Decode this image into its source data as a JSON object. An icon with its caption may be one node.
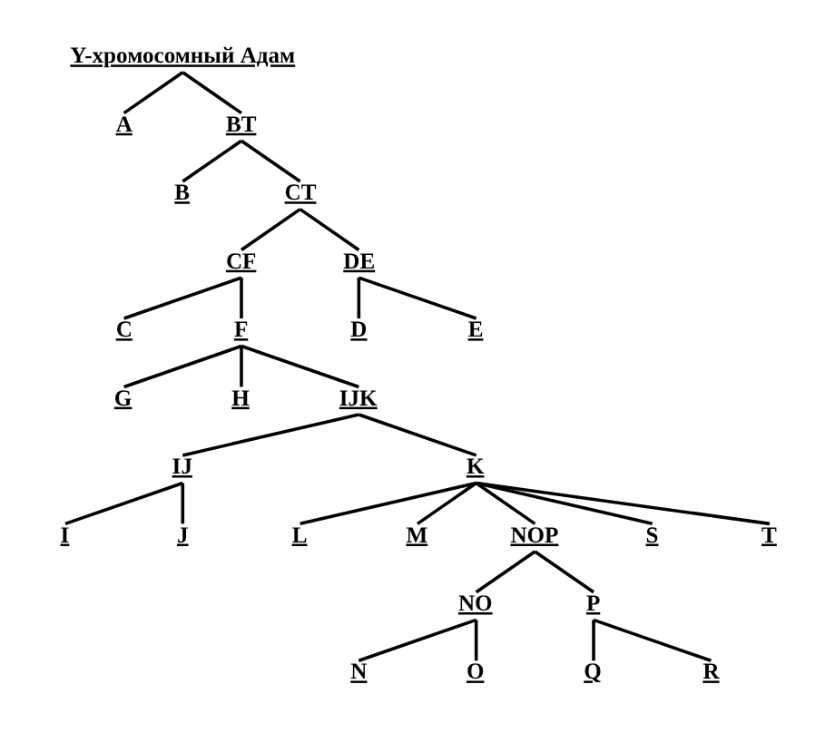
{
  "diagram": {
    "nodes": [
      {
        "text": [
          "Y-хромосомный Адам"
        ]
      },
      {
        "text": [
          "A"
        ]
      },
      {
        "text": [
          "BT"
        ]
      },
      {
        "text": [
          "B"
        ]
      },
      {
        "text": [
          "CT"
        ]
      },
      {
        "text": [
          "CF"
        ]
      },
      {
        "text": [
          "DE"
        ]
      },
      {
        "text": [
          "C"
        ]
      },
      {
        "text": [
          "F"
        ]
      },
      {
        "text": [
          "D"
        ]
      },
      {
        "text": [
          "E"
        ]
      },
      {
        "text": [
          "G"
        ]
      },
      {
        "text": [
          "H"
        ]
      },
      {
        "text": [
          "IJK"
        ]
      },
      {
        "text": [
          "IJ"
        ]
      },
      {
        "text": [
          "K"
        ]
      },
      {
        "text": [
          "I"
        ]
      },
      {
        "text": [
          "J"
        ]
      },
      {
        "text": [
          "L"
        ]
      },
      {
        "text": [
          "M"
        ]
      },
      {
        "text": [
          "NOP"
        ]
      },
      {
        "text": [
          "S"
        ]
      },
      {
        "text": [
          "T"
        ]
      },
      {
        "text": [
          "NO"
        ]
      },
      {
        "text": [
          "P"
        ]
      },
      {
        "text": [
          "N"
        ]
      },
      {
        "text": [
          "O"
        ]
      },
      {
        "text": [
          "Q"
        ]
      },
      {
        "text": [
          "R"
        ]
      }
    ],
    "edges": [
      {
        "from": 0,
        "to": 1,
        "arrow": "none"
      },
      {
        "from": 0,
        "to": 2,
        "arrow": "none"
      },
      {
        "from": 2,
        "to": 3,
        "arrow": "none"
      },
      {
        "from": 2,
        "to": 4,
        "arrow": "none"
      },
      {
        "from": 4,
        "to": 5,
        "arrow": "none"
      },
      {
        "from": 4,
        "to": 6,
        "arrow": "none"
      },
      {
        "from": 5,
        "to": 7,
        "arrow": "none"
      },
      {
        "from": 5,
        "to": 8,
        "arrow": "none"
      },
      {
        "from": 6,
        "to": 9,
        "arrow": "none"
      },
      {
        "from": 6,
        "to": 10,
        "arrow": "none"
      },
      {
        "from": 8,
        "to": 11,
        "arrow": "none"
      },
      {
        "from": 8,
        "to": 12,
        "arrow": "none"
      },
      {
        "from": 8,
        "to": 13,
        "arrow": "none"
      },
      {
        "from": 13,
        "to": 14,
        "arrow": "none"
      },
      {
        "from": 13,
        "to": 15,
        "arrow": "none"
      },
      {
        "from": 14,
        "to": 16,
        "arrow": "none"
      },
      {
        "from": 14,
        "to": 17,
        "arrow": "none"
      },
      {
        "from": 15,
        "to": 18,
        "arrow": "none"
      },
      {
        "from": 15,
        "to": 19,
        "arrow": "none"
      },
      {
        "from": 15,
        "to": 20,
        "arrow": "none"
      },
      {
        "from": 15,
        "to": 21,
        "arrow": "none"
      },
      {
        "from": 15,
        "to": 22,
        "arrow": "none"
      },
      {
        "from": 20,
        "to": 23,
        "arrow": "none"
      },
      {
        "from": 20,
        "to": 24,
        "arrow": "none"
      },
      {
        "from": 23,
        "to": 25,
        "arrow": "none"
      },
      {
        "from": 23,
        "to": 26,
        "arrow": "none"
      },
      {
        "from": 24,
        "to": 27,
        "arrow": "none"
      },
      {
        "from": 24,
        "to": 28,
        "arrow": "none"
      }
    ]
  }
}
